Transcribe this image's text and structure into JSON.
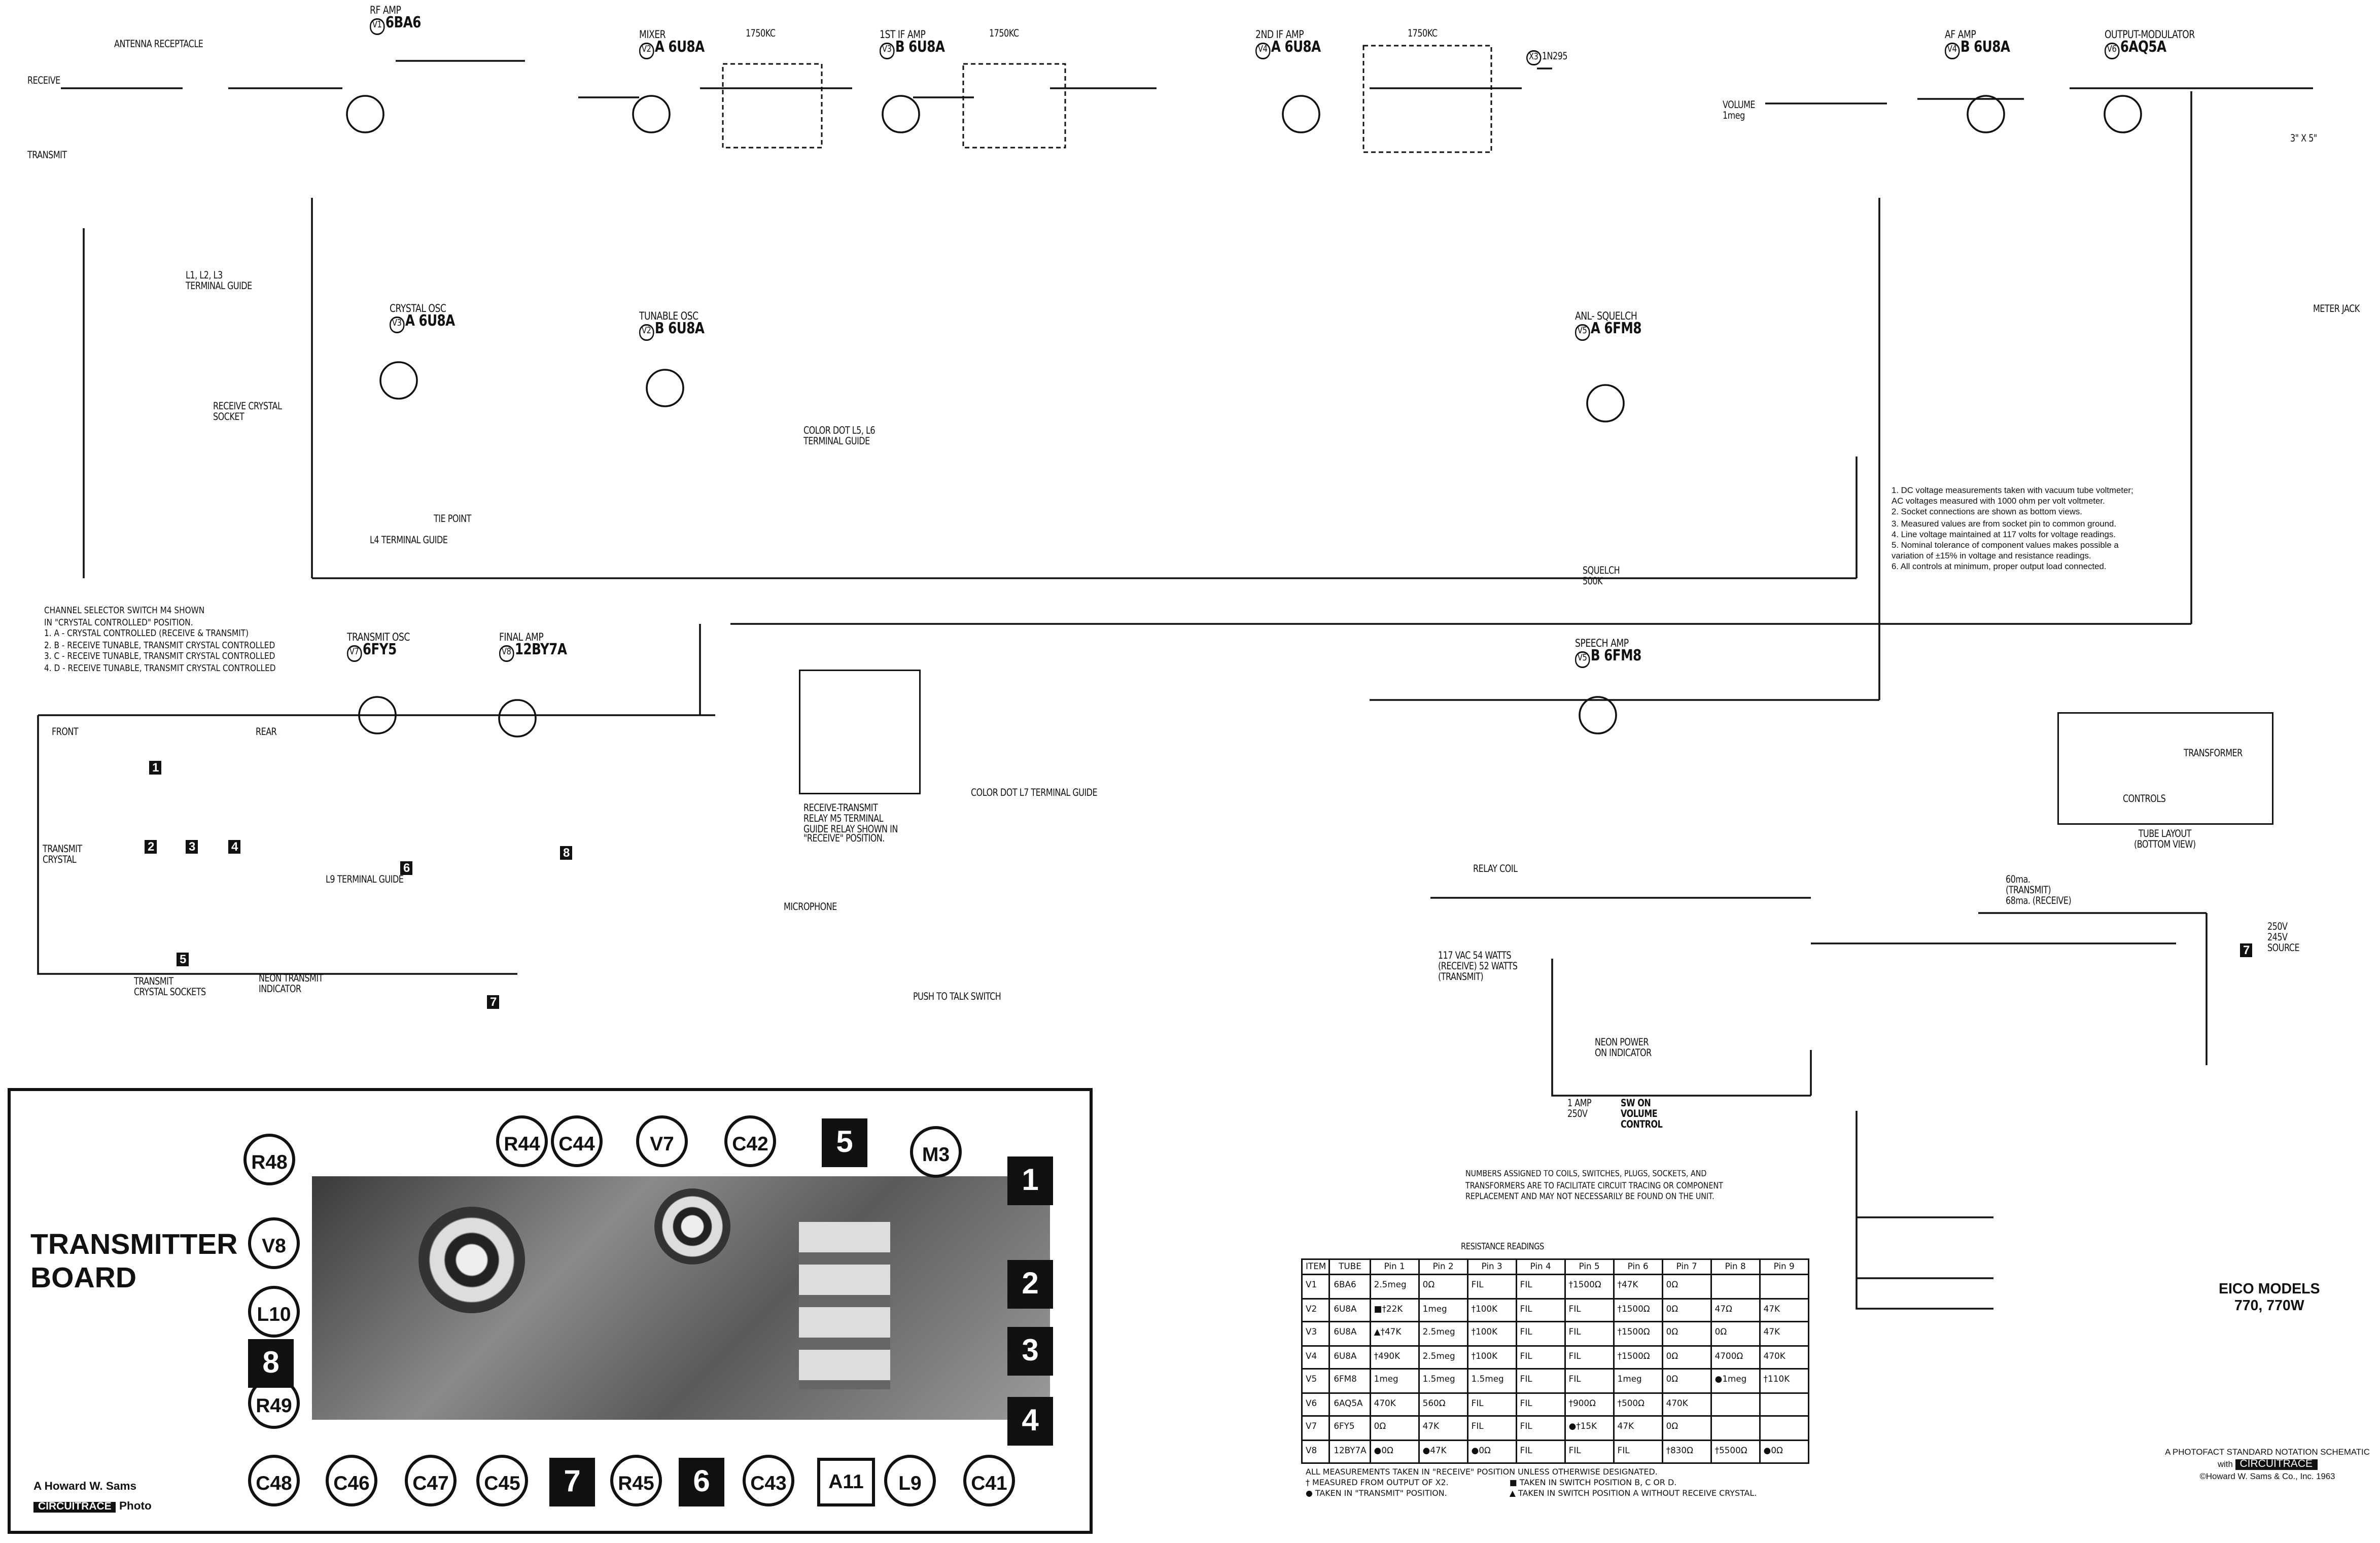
{
  "stages": {
    "antenna": "ANTENNA RECEPTACLE",
    "receive": "RECEIVE",
    "transmit": "TRANSMIT",
    "rf_amp": {
      "name": "RF AMP",
      "ref": "V1",
      "tube": "6BA6"
    },
    "mixer": {
      "name": "MIXER",
      "ref": "V2",
      "tube": "A 6U8A"
    },
    "if1": {
      "name": "1ST IF AMP",
      "ref": "V3",
      "tube": "B 6U8A"
    },
    "if2": {
      "name": "2ND IF AMP",
      "ref": "V4",
      "tube": "A 6U8A"
    },
    "af_amp": {
      "name": "AF AMP",
      "ref": "V4",
      "tube": "B 6U8A"
    },
    "output": {
      "name": "OUTPUT-MODULATOR",
      "ref": "V6",
      "tube": "6AQ5A"
    },
    "crystal_osc": {
      "name": "CRYSTAL OSC",
      "ref": "V3",
      "tube": "A 6U8A"
    },
    "tunable_osc": {
      "name": "TUNABLE OSC",
      "ref": "V2",
      "tube": "B 6U8A"
    },
    "anl_squelch": {
      "name": "ANL- SQUELCH",
      "ref": "V5",
      "tube": "A 6FM8"
    },
    "speech_amp": {
      "name": "SPEECH AMP",
      "ref": "V5",
      "tube": "B 6FM8"
    },
    "transmit_osc": {
      "name": "TRANSMIT OSC",
      "ref": "V7",
      "tube": "6FY5"
    },
    "final_amp": {
      "name": "FINAL AMP",
      "ref": "V8",
      "tube": "12BY7A"
    },
    "if_freq": "1750KC",
    "detector": {
      "ref": "X3",
      "part": "1N295"
    }
  },
  "schematic_labels": {
    "l_guide": "L1, L2, L3 TERMINAL GUIDE",
    "receive_crystal": "RECEIVE CRYSTAL SOCKET",
    "l4_guide": "L4 TERMINAL GUIDE",
    "tie_point": "TIE POINT",
    "l5l6_guide": "COLOR DOT L5, L6 TERMINAL GUIDE",
    "volume": "VOLUME 1meg",
    "squelch": "SQUELCH 500K",
    "meter_jack": "METER JACK",
    "speaker": "3\" X 5\"",
    "l9_guide": "L9 TERMINAL GUIDE",
    "l7_guide": "COLOR DOT L7 TERMINAL GUIDE",
    "relay_guide": "RECEIVE-TRANSMIT RELAY M5 TERMINAL GUIDE RELAY SHOWN IN \"RECEIVE\" POSITION.",
    "microphone": "MICROPHONE",
    "ptt": "PUSH TO TALK SWITCH",
    "transmit_crystal": "TRANSMIT CRYSTAL",
    "transmit_sockets": "TRANSMIT CRYSTAL SOCKETS",
    "neon_transmit": "NEON TRANSMIT INDICATOR",
    "relay_coil": "RELAY COIL",
    "ac_input": "117 VAC 54 WATTS (RECEIVE) 52 WATTS (TRANSMIT)",
    "neon_power": "NEON POWER ON INDICATOR",
    "fuse": "1 AMP 250V",
    "sw_on": "SW ON VOLUME CONTROL",
    "tube_layout": "TUBE LAYOUT (BOTTOM VIEW)",
    "transformer": "TRANSFORMER",
    "controls": "CONTROLS",
    "b_plus": "250V 245V",
    "source_a": "SOURCE",
    "current": "60ma. (TRANSMIT) 68ma. (RECEIVE)",
    "front": "FRONT",
    "rear": "REAR"
  },
  "channel_selector": {
    "title": "CHANNEL SELECTOR SWITCH M4 SHOWN",
    "subtitle": "IN \"CRYSTAL CONTROLLED\" POSITION.",
    "items": [
      "1. A - CRYSTAL CONTROLLED (RECEIVE & TRANSMIT)",
      "2. B - RECEIVE TUNABLE, TRANSMIT CRYSTAL CONTROLLED",
      "3. C - RECEIVE TUNABLE, TRANSMIT CRYSTAL CONTROLLED",
      "4. D - RECEIVE TUNABLE, TRANSMIT CRYSTAL CONTROLLED"
    ]
  },
  "notes": [
    "1.  DC voltage measurements taken with vacuum tube voltmeter;",
    "     AC voltages measured with 1000 ohm per volt voltmeter.",
    "2.  Socket connections are shown as bottom views.",
    "3.  Measured values are from socket pin to common ground.",
    "4.  Line voltage maintained at 117 volts for voltage readings.",
    "5.  Nominal tolerance of component values makes possible a",
    "     variation of ±15% in voltage and resistance readings.",
    "6.  All controls at minimum, proper output load connected."
  ],
  "numbers_note": "NUMBERS ASSIGNED TO COILS, SWITCHES, PLUGS, SOCKETS, AND TRANSFORMERS ARE TO FACILITATE CIRCUIT TRACING OR COMPONENT REPLACEMENT AND MAY NOT NECESSARILY BE FOUND ON THE UNIT.",
  "resistance": {
    "title": "RESISTANCE READINGS",
    "headers": [
      "ITEM",
      "TUBE",
      "Pin 1",
      "Pin 2",
      "Pin 3",
      "Pin 4",
      "Pin 5",
      "Pin 6",
      "Pin 7",
      "Pin 8",
      "Pin 9"
    ],
    "rows": [
      [
        "V1",
        "6BA6",
        "2.5meg",
        "0Ω",
        "FIL",
        "FIL",
        "†1500Ω",
        "†47K",
        "0Ω",
        "",
        ""
      ],
      [
        "V2",
        "6U8A",
        "■†22K",
        "1meg",
        "†100K",
        "FIL",
        "FIL",
        "†1500Ω",
        "0Ω",
        "47Ω",
        "47K"
      ],
      [
        "V3",
        "6U8A",
        "▲†47K",
        "2.5meg",
        "†100K",
        "FIL",
        "FIL",
        "†1500Ω",
        "0Ω",
        "0Ω",
        "47K"
      ],
      [
        "V4",
        "6U8A",
        "†490K",
        "2.5meg",
        "†100K",
        "FIL",
        "FIL",
        "†1500Ω",
        "0Ω",
        "4700Ω",
        "470K"
      ],
      [
        "V5",
        "6FM8",
        "1meg",
        "1.5meg",
        "1.5meg",
        "FIL",
        "FIL",
        "1meg",
        "0Ω",
        "●1meg",
        "†110K"
      ],
      [
        "V6",
        "6AQ5A",
        "470K",
        "560Ω",
        "FIL",
        "FIL",
        "†900Ω",
        "†500Ω",
        "470K",
        "",
        ""
      ],
      [
        "V7",
        "6FY5",
        "0Ω",
        "47K",
        "FIL",
        "FIL",
        "●†15K",
        "47K",
        "0Ω",
        "",
        ""
      ],
      [
        "V8",
        "12BY7A",
        "●0Ω",
        "●47K",
        "●0Ω",
        "FIL",
        "FIL",
        "FIL",
        "†830Ω",
        "†5500Ω",
        "●0Ω"
      ]
    ],
    "footnotes": {
      "main": "ALL MEASUREMENTS TAKEN IN \"RECEIVE\" POSITION UNLESS OTHERWISE DESIGNATED.",
      "dagger": "†   MEASURED FROM OUTPUT OF X2.",
      "dot": "●   TAKEN IN \"TRANSMIT\" POSITION.",
      "square": "■  TAKEN IN SWITCH POSITION B, C OR D.",
      "triangle": "▲  TAKEN IN SWITCH POSITION A WITHOUT RECEIVE CRYSTAL."
    }
  },
  "board": {
    "title_line1": "TRANSMITTER",
    "title_line2": "BOARD",
    "credit": "A Howard W. Sams",
    "credit_brand": "CIRCUITRACE",
    "credit_suffix": "Photo",
    "callouts": {
      "r48": "R48",
      "v8": "V8",
      "l10": "L10",
      "b8": "8",
      "r49": "R49",
      "c48": "C48",
      "c46": "C46",
      "c47": "C47",
      "c45": "C45",
      "b7": "7",
      "r45": "R45",
      "b6": "6",
      "c43": "C43",
      "a11": "A11",
      "l9": "L9",
      "c41": "C41",
      "b4": "4",
      "b3": "3",
      "b2": "2",
      "b1": "1",
      "m3": "M3",
      "b5": "5",
      "c42": "C42",
      "v7": "V7",
      "c44": "C44",
      "r44": "R44"
    }
  },
  "title_block": {
    "line1": "EICO MODELS",
    "line2": "770, 770W",
    "photofact": "A PHOTOFACT STANDARD NOTATION SCHEMATIC",
    "with": "with",
    "brand": "CIRCUITRACE",
    "copyright": "©Howard W. Sams & Co., Inc. 1963"
  }
}
